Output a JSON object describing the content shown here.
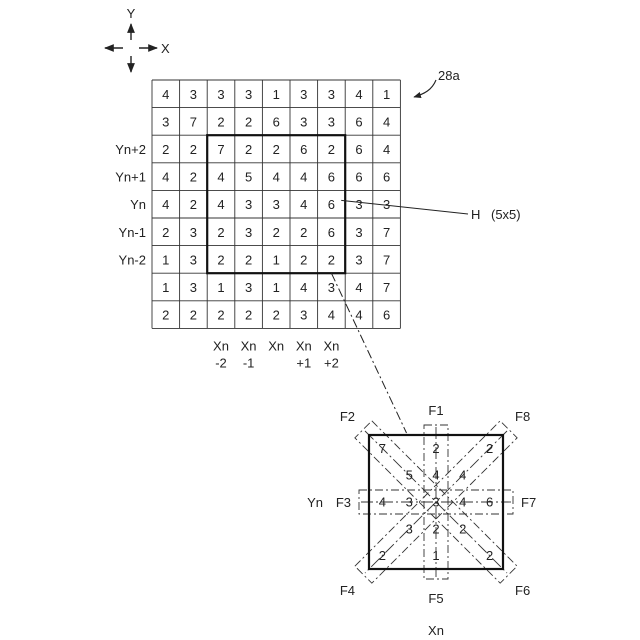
{
  "axes": {
    "x_label": "X",
    "y_label": "Y"
  },
  "reference_label": "28a",
  "window_label": "H",
  "window_size": "(5x5)",
  "grid": [
    [
      "4",
      "3",
      "3",
      "3",
      "1",
      "3",
      "3",
      "4",
      "1"
    ],
    [
      "3",
      "7",
      "2",
      "2",
      "6",
      "3",
      "3",
      "6",
      "4"
    ],
    [
      "2",
      "2",
      "7",
      "2",
      "2",
      "6",
      "2",
      "6",
      "4"
    ],
    [
      "4",
      "2",
      "4",
      "5",
      "4",
      "4",
      "6",
      "6",
      "6"
    ],
    [
      "4",
      "2",
      "4",
      "3",
      "3",
      "4",
      "6",
      "3",
      "3"
    ],
    [
      "2",
      "3",
      "2",
      "3",
      "2",
      "2",
      "6",
      "3",
      "7"
    ],
    [
      "1",
      "3",
      "2",
      "2",
      "1",
      "2",
      "2",
      "3",
      "7"
    ],
    [
      "1",
      "3",
      "1",
      "3",
      "1",
      "4",
      "3",
      "4",
      "7"
    ],
    [
      "2",
      "2",
      "2",
      "2",
      "2",
      "3",
      "4",
      "4",
      "6"
    ]
  ],
  "row_labels": [
    "Yn+2",
    "Yn+1",
    "Yn",
    "Yn-1",
    "Yn-2"
  ],
  "col_labels": [
    {
      "top": "Xn",
      "bottom": "-2"
    },
    {
      "top": "Xn",
      "bottom": "-1"
    },
    {
      "top": "Xn",
      "bottom": ""
    },
    {
      "top": "Xn",
      "bottom": "+1"
    },
    {
      "top": "Xn",
      "bottom": "+2"
    }
  ],
  "detail": {
    "center_value": "3",
    "row_label": "Yn",
    "col_label": "Xn",
    "filter_labels": {
      "F1": "F1",
      "F2": "F2",
      "F3": "F3",
      "F4": "F4",
      "F5": "F5",
      "F6": "F6",
      "F7": "F7",
      "F8": "F8"
    },
    "vertical_up": [
      "4",
      "2"
    ],
    "vertical_down": [
      "2",
      "1"
    ],
    "horizontal_left": [
      "3",
      "4"
    ],
    "horizontal_right": [
      "4",
      "6"
    ],
    "diag_up_left": [
      "5",
      "7"
    ],
    "diag_up_right": [
      "4",
      "2"
    ],
    "diag_down_left": [
      "3",
      "2"
    ],
    "diag_down_right": [
      "2",
      "2"
    ]
  }
}
